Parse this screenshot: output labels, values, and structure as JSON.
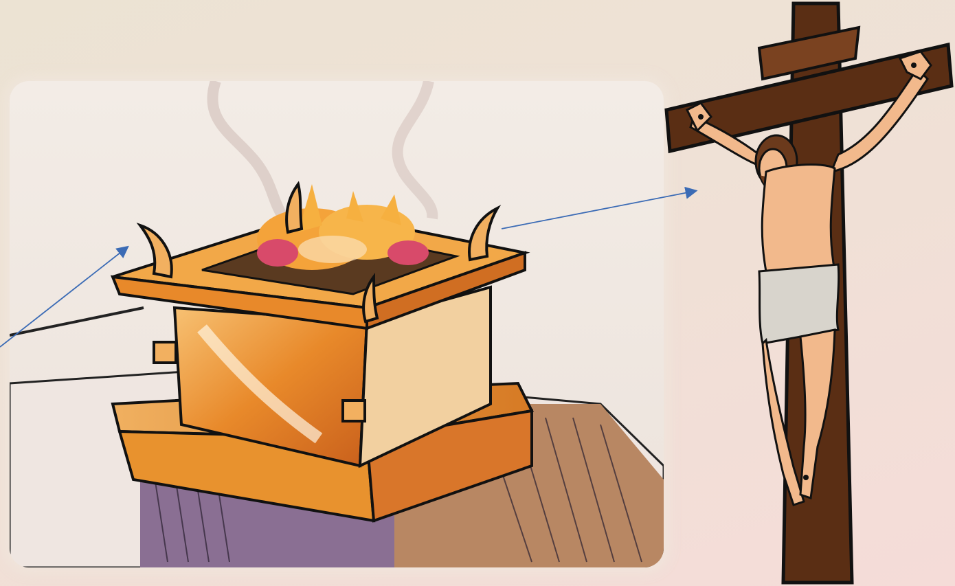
{
  "slide": {
    "images": [
      {
        "subject": "altar-of-incense-illustration"
      },
      {
        "subject": "crucifix-illustration"
      }
    ],
    "arrows": [
      {
        "from": "off-slide-left",
        "to": "altar-horn-left",
        "color": "#3b6bb5"
      },
      {
        "from": "altar-horn-right",
        "to": "crucifix-torso",
        "color": "#3b6bb5"
      }
    ],
    "colors": {
      "arrow": "#3b6bb5",
      "cross_wood": "#5a2e14",
      "altar_gold": "#e8952a",
      "flame": "#f4a33a",
      "skin": "#f2b98c",
      "loincloth": "#d8d4cc"
    }
  }
}
